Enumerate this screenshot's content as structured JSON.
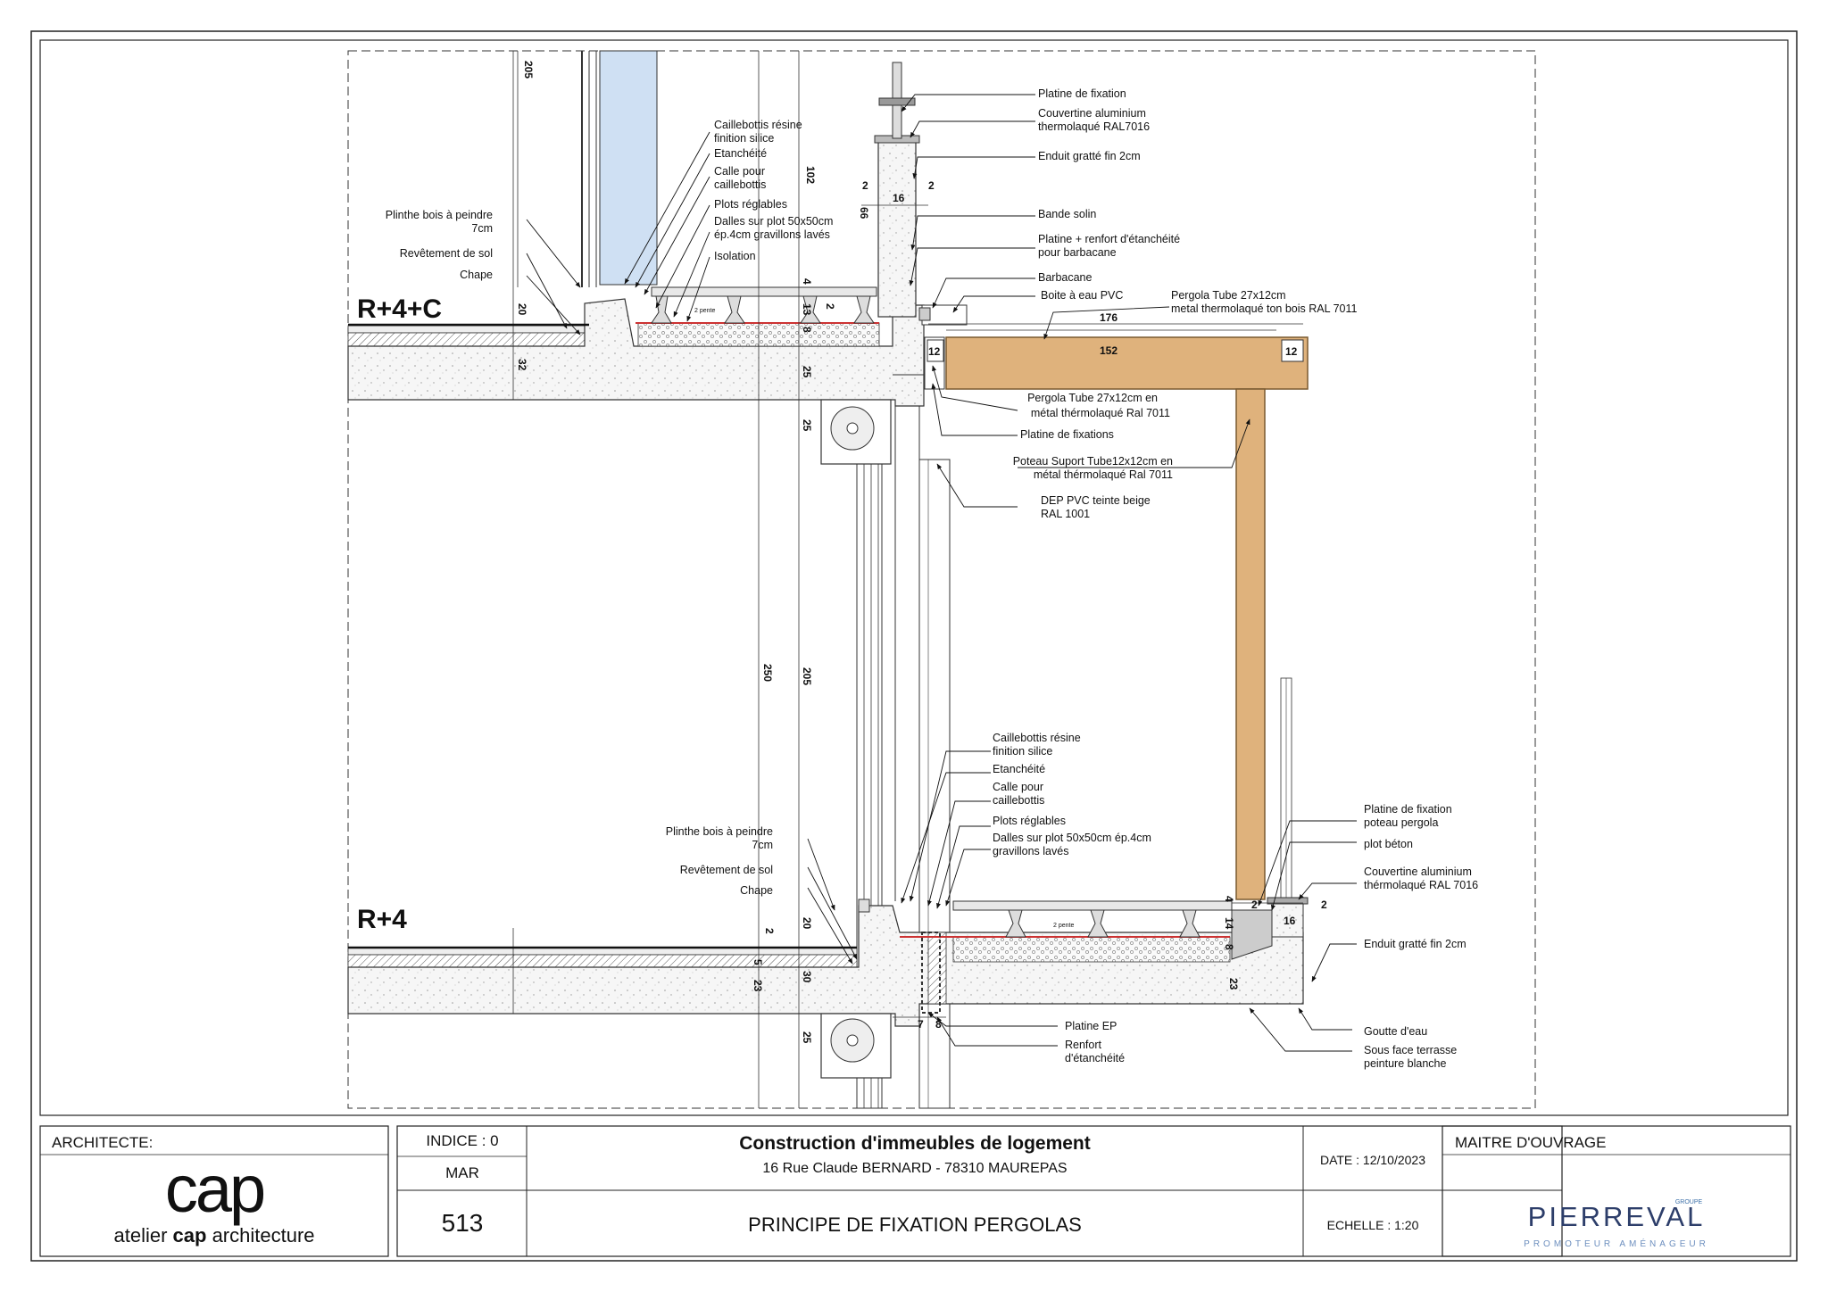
{
  "drawing": {
    "levels": {
      "upper": "R+4+C",
      "lower": "R+4"
    },
    "labels_upper_left": [
      "Caillebottis résine",
      "finition silice",
      "Etanchéité",
      "Calle pour",
      "caillebottis",
      "Plots réglables",
      "Dalles sur plot 50x50cm",
      "ép.4cm gravillons lavés",
      "Isolation",
      "Plinthe bois à peindre",
      "7cm",
      "Revêtement de sol",
      "Chape"
    ],
    "labels_upper_right": [
      "Platine de fixation",
      "Couvertine aluminium",
      "thermolaqué RAL7016",
      "Enduit gratté fin 2cm",
      "Bande solin",
      "Platine + renfort d'étanchéité",
      "pour barbacane",
      "Barbacane",
      "Boite à eau PVC",
      "Pergola Tube 27x12cm",
      "metal thermolaqué ton bois RAL 7011"
    ],
    "labels_pergola": [
      "Pergola Tube 27x12cm en",
      "métal thérmolaqué Ral 7011",
      "Platine de fixations",
      "Poteau Suport Tube12x12cm en",
      "métal thérmolaqué Ral 7011",
      "DEP PVC teinte beige",
      "RAL 1001"
    ],
    "labels_lower_center": [
      "Caillebottis résine",
      "finition silice",
      "Etanchéité",
      "Calle pour",
      "caillebottis",
      "Plots réglables",
      "Dalles sur plot 50x50cm ép.4cm",
      "gravillons lavés"
    ],
    "labels_lower_left": [
      "Plinthe bois à peindre",
      "7cm",
      "Revêtement de sol",
      "Chape"
    ],
    "labels_lower_right": [
      "Platine de fixation",
      "poteau pergola",
      "plot béton",
      "Couvertine aluminium",
      "thérmolaqué RAL 7016",
      "Enduit gratté fin 2cm",
      "Goutte d'eau",
      "Sous face terrasse",
      "peinture blanche"
    ],
    "labels_lower_bottom": [
      "Platine EP",
      "Renfort",
      "d'étanchéité"
    ],
    "dims": {
      "d205a": "205",
      "d102": "102",
      "d66": "66",
      "d2a": "2",
      "d16a": "16",
      "d2b": "2",
      "d20a": "20",
      "d32": "32",
      "d4a": "4",
      "d13": "13",
      "d8a": "8",
      "d25a": "25",
      "d25b": "25",
      "d250": "250",
      "d205b": "205",
      "d176": "176",
      "d152": "152",
      "d12a": "12",
      "d12b": "12",
      "d2c": "2",
      "d2d": "2",
      "d20b": "20",
      "d5": "5",
      "d23a": "23",
      "d30": "30",
      "d25c": "25",
      "d7": "7",
      "d8b": "8",
      "d4b": "4",
      "d14": "14",
      "d8c": "8",
      "d2e": "2",
      "d16b": "16",
      "d2f": "2",
      "d23b": "23"
    },
    "pente": "2 pente"
  },
  "titleblock": {
    "architect_label": "ARCHITECTE:",
    "architect_logo": "cap",
    "architect_name_prefix": "atelier ",
    "architect_name_bold": "cap",
    "architect_name_suffix": " architecture",
    "indice": "INDICE : 0",
    "author": "MAR",
    "number": "513",
    "project_title": "Construction d'immeubles de logement",
    "project_address": "16 Rue Claude BERNARD  - 78310 MAUREPAS",
    "sheet_title": "PRINCIPE DE FIXATION PERGOLAS",
    "date": "DATE : 12/10/2023",
    "scale": "ECHELLE : 1:20",
    "owner_label": "MAITRE D'OUVRAGE",
    "owner_group": "GROUPE",
    "owner_logo": "PIERREVAL",
    "owner_tagline": "PROMOTEUR AMÉNAGEUR"
  },
  "colors": {
    "wood": "#dfb27c",
    "wood_stroke": "#7a5a30",
    "glass": "#cfe0f3",
    "concrete": "#f4f4f4",
    "brand_blue": "#3b6fa8"
  }
}
